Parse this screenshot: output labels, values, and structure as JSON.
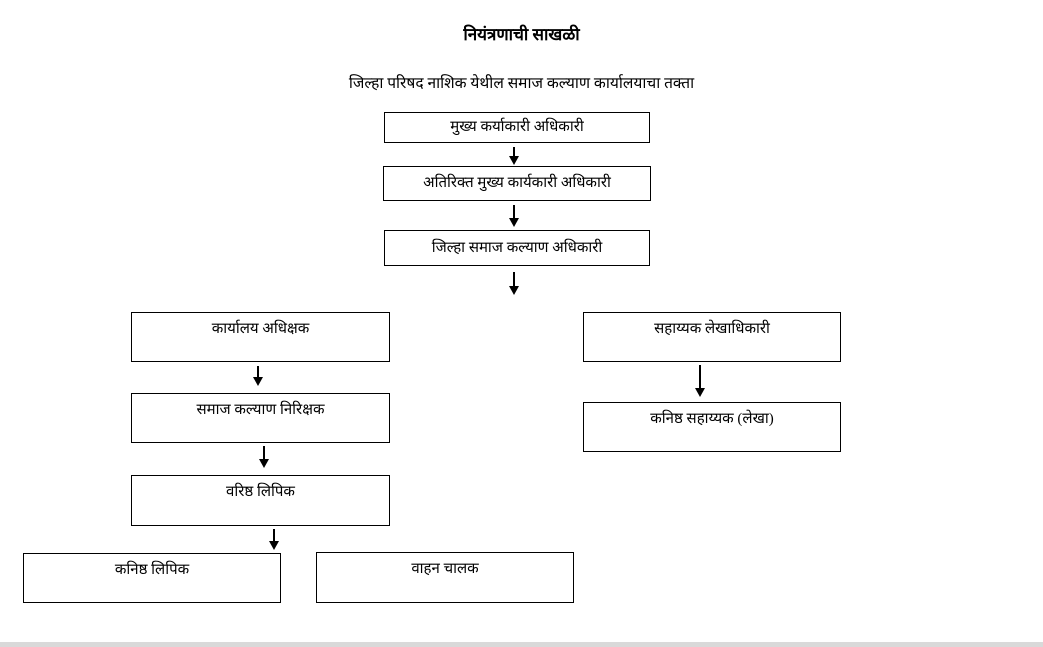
{
  "page": {
    "title": "नियंत्रणाची साखळी",
    "subtitle": "जिल्हा परिषद नाशिक येथील समाज कल्याण कार्यालयाचा तक्ता"
  },
  "org": {
    "main_chain": [
      "मुख्य कर्याकारी अधिकारी",
      "अतिरिक्त मुख्य कार्यकारी अधिकारी",
      "जिल्हा समाज कल्याण अधिकारी"
    ],
    "left_branch": [
      "कार्यालय अधिक्षक",
      "समाज कल्याण निरिक्षक",
      "वरिष्ठ लिपिक"
    ],
    "bottom_row": [
      "कनिष्ठ लिपिक",
      "वाहन चालक"
    ],
    "right_branch": [
      "सहाय्यक लेखाधिकारी",
      "कनिष्ठ सहाय्यक (लेखा)"
    ]
  },
  "colors": {
    "background": "#ffffff",
    "box_border": "#000000",
    "text": "#000000",
    "arrow": "#000000"
  }
}
